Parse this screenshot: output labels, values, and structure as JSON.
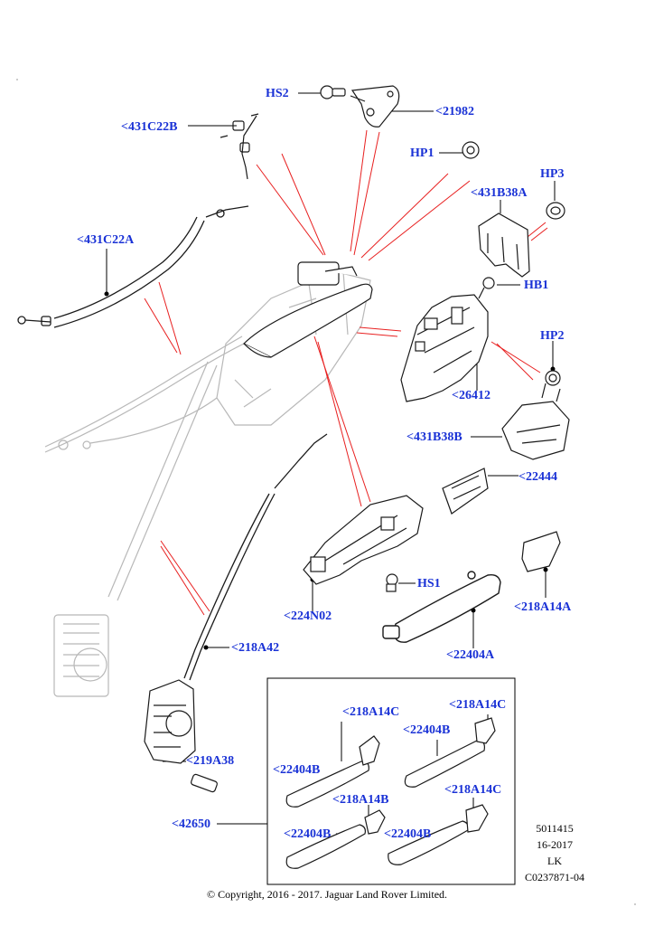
{
  "theme": {
    "callout_color": "#1a32d6",
    "ghost_line": "#b8b8b8",
    "leader_red": "#e82020",
    "part_line": "#1a1a1a"
  },
  "callouts": [
    {
      "id": "HS2",
      "label": "HS2"
    },
    {
      "id": "21982",
      "label": "<21982"
    },
    {
      "id": "431C22B",
      "label": "<431C22B"
    },
    {
      "id": "HP1",
      "label": "HP1"
    },
    {
      "id": "HP3",
      "label": "HP3"
    },
    {
      "id": "431B38A",
      "label": "<431B38A"
    },
    {
      "id": "431C22A",
      "label": "<431C22A"
    },
    {
      "id": "HB1",
      "label": "HB1"
    },
    {
      "id": "HP2",
      "label": "HP2"
    },
    {
      "id": "26412",
      "label": "<26412"
    },
    {
      "id": "431B38B",
      "label": "<431B38B"
    },
    {
      "id": "22444",
      "label": "<22444"
    },
    {
      "id": "218A14A",
      "label": "<218A14A"
    },
    {
      "id": "HS1",
      "label": "HS1"
    },
    {
      "id": "224N02",
      "label": "<224N02"
    },
    {
      "id": "22404A",
      "label": "<22404A"
    },
    {
      "id": "218A42",
      "label": "<218A42"
    },
    {
      "id": "219A38",
      "label": "<219A38"
    },
    {
      "id": "42650",
      "label": "<42650"
    },
    {
      "id": "inset_218A14C_1",
      "label": "<218A14C"
    },
    {
      "id": "inset_218A14C_2",
      "label": "<218A14C"
    },
    {
      "id": "inset_22404B_1",
      "label": "<22404B"
    },
    {
      "id": "inset_22404B_2",
      "label": "<22404B"
    },
    {
      "id": "inset_218A14B",
      "label": "<218A14B"
    },
    {
      "id": "inset_218A14C_3",
      "label": "<218A14C"
    },
    {
      "id": "inset_22404B_3",
      "label": "<22404B"
    },
    {
      "id": "inset_22404B_4",
      "label": "<22404B"
    }
  ],
  "reference": [
    "5011415",
    "16-2017",
    "LK",
    "C0237871-04"
  ],
  "copyright": "© Copyright, 2016 - 2017. Jaguar Land Rover Limited."
}
